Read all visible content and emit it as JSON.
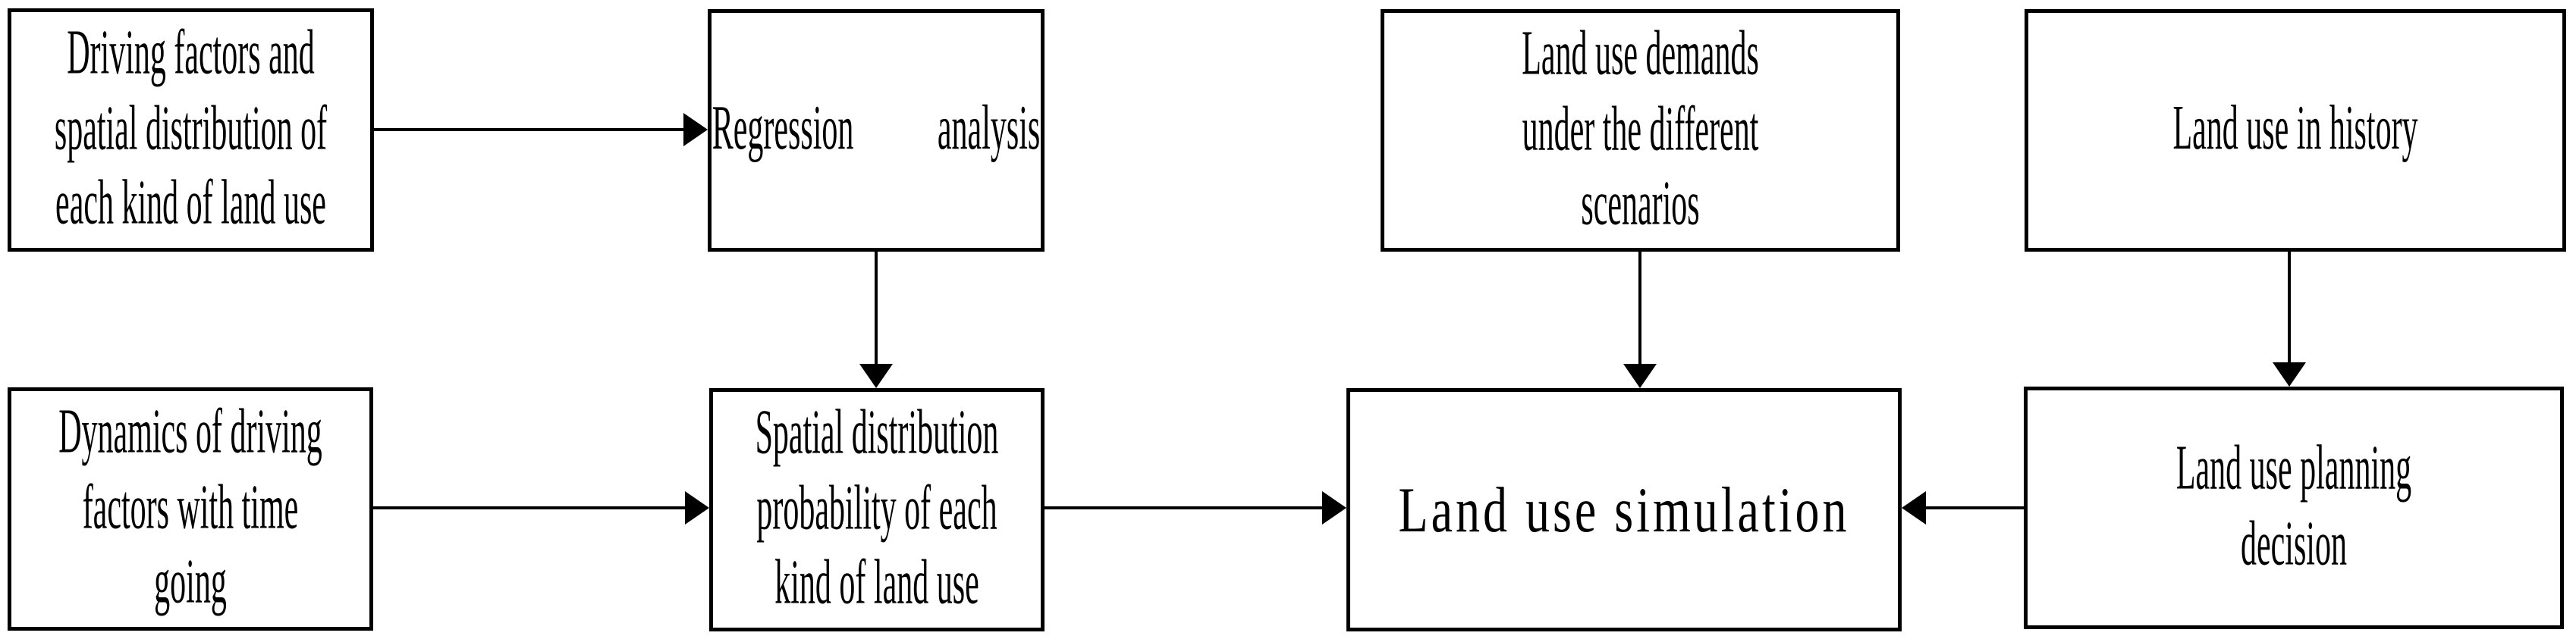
{
  "diagram": {
    "background_color": "#ffffff",
    "line_color": "#000000",
    "nodes": [
      {
        "id": "driving-factors",
        "label": "Driving factors and\nspatial distribution of\neach kind of land use"
      },
      {
        "id": "regression-analysis",
        "label": "Regression analysis"
      },
      {
        "id": "land-use-demands",
        "label": "Land use demands\nunder the different\nscenarios"
      },
      {
        "id": "land-use-in-history",
        "label": "Land use in history"
      },
      {
        "id": "dynamics-of-driving-factors",
        "label": "Dynamics of driving\nfactors with time\ngoing"
      },
      {
        "id": "spatial-distribution-probability",
        "label": "Spatial distribution\nprobability of each\nkind of land use"
      },
      {
        "id": "land-use-simulation",
        "label": "Land use simulation"
      },
      {
        "id": "land-use-planning-decision",
        "label": "Land use planning\ndecision"
      }
    ],
    "edges": [
      {
        "from": "driving-factors",
        "to": "regression-analysis",
        "direction": "right"
      },
      {
        "from": "regression-analysis",
        "to": "spatial-distribution-probability",
        "direction": "down"
      },
      {
        "from": "land-use-demands",
        "to": "land-use-simulation",
        "direction": "down"
      },
      {
        "from": "land-use-in-history",
        "to": "land-use-planning-decision",
        "direction": "down"
      },
      {
        "from": "dynamics-of-driving-factors",
        "to": "spatial-distribution-probability",
        "direction": "right"
      },
      {
        "from": "spatial-distribution-probability",
        "to": "land-use-simulation",
        "direction": "right"
      },
      {
        "from": "land-use-planning-decision",
        "to": "land-use-simulation",
        "direction": "left"
      }
    ]
  }
}
